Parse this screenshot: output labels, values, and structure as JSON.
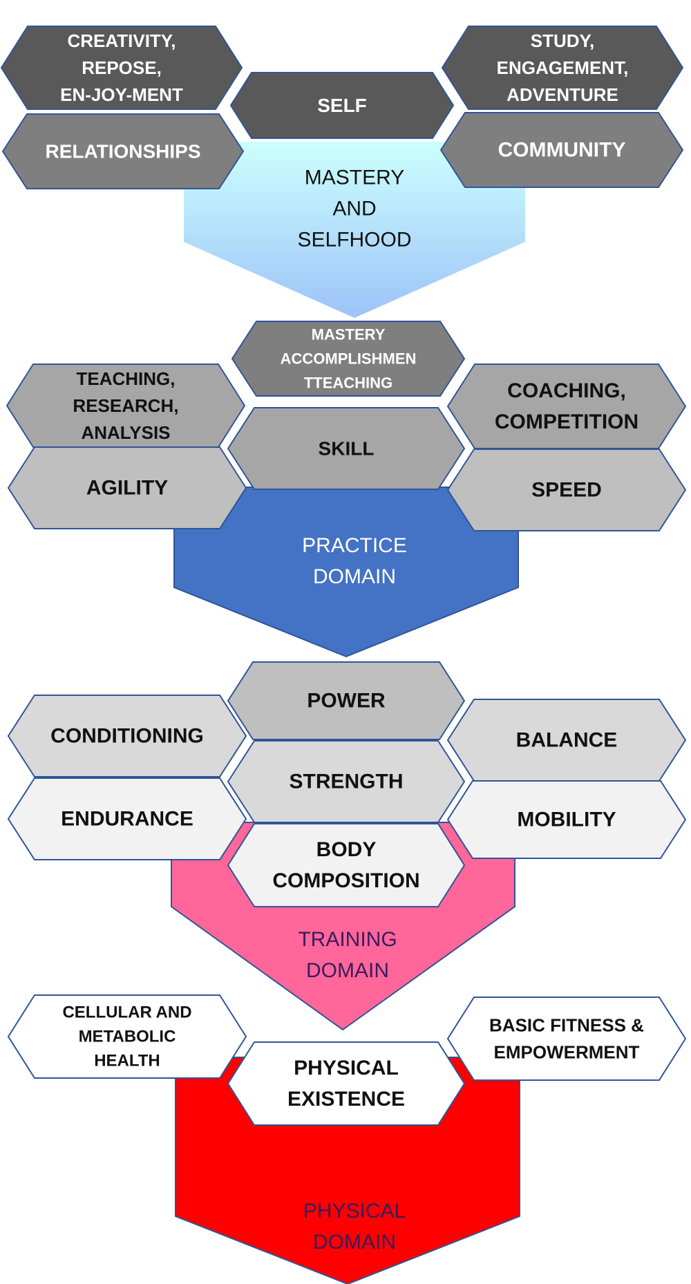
{
  "domains": {
    "mastery": {
      "lines": [
        "MASTERY",
        "AND",
        "SELFHOOD"
      ],
      "text_color": "#111111"
    },
    "practice": {
      "lines": [
        "PRACTICE",
        "DOMAIN"
      ],
      "fill": "#4472C4",
      "text_color": "#ffffff"
    },
    "training": {
      "lines": [
        "TRAINING",
        "DOMAIN"
      ],
      "fill": "#FF6699",
      "text_color": "#3a1b5c"
    },
    "physical": {
      "lines": [
        "PHYSICAL",
        "DOMAIN"
      ],
      "fill": "#FF0000",
      "text_color": "#3a1b5c"
    }
  },
  "hexes": {
    "creativity": {
      "lines": [
        "CREATIVITY,",
        "REPOSE,",
        "EN-JOY-MENT"
      ]
    },
    "self": {
      "lines": [
        "SELF"
      ]
    },
    "study": {
      "lines": [
        "STUDY,",
        "ENGAGEMENT,",
        "ADVENTURE"
      ]
    },
    "relationships": {
      "lines": [
        "RELATIONSHIPS"
      ]
    },
    "community": {
      "lines": [
        "COMMUNITY"
      ]
    },
    "mastery_accomplishment": {
      "lines": [
        "MASTERY",
        "ACCOMPLISHMEN",
        "TTEACHING"
      ]
    },
    "teaching": {
      "lines": [
        "TEACHING,",
        "RESEARCH,",
        "ANALYSIS"
      ]
    },
    "coaching": {
      "lines": [
        "COACHING,",
        "COMPETITION"
      ]
    },
    "skill": {
      "lines": [
        "SKILL"
      ]
    },
    "agility": {
      "lines": [
        "AGILITY"
      ]
    },
    "speed": {
      "lines": [
        "SPEED"
      ]
    },
    "power": {
      "lines": [
        "POWER"
      ]
    },
    "conditioning": {
      "lines": [
        "CONDITIONING"
      ]
    },
    "balance": {
      "lines": [
        "BALANCE"
      ]
    },
    "strength": {
      "lines": [
        "STRENGTH"
      ]
    },
    "endurance": {
      "lines": [
        "ENDURANCE"
      ]
    },
    "mobility": {
      "lines": [
        "MOBILITY"
      ]
    },
    "body_composition": {
      "lines": [
        "BODY",
        "COMPOSITION"
      ]
    },
    "cellular": {
      "lines": [
        "CELLULAR AND",
        "METABOLIC",
        "HEALTH"
      ]
    },
    "basic_fitness": {
      "lines": [
        "BASIC FITNESS &",
        "EMPOWERMENT"
      ]
    },
    "physical_existence": {
      "lines": [
        "PHYSICAL",
        "EXISTENCE"
      ]
    }
  },
  "colors": {
    "hex_stroke": "#2F5597",
    "tier_mastery_dark": "#595959",
    "tier_mastery_mid": "#7F7F7F",
    "tier_practice_dark": "#7F7F7F",
    "tier_practice_mid": "#A6A6A6",
    "tier_practice_light": "#BFBFBF",
    "tier_training_dark": "#BFBFBF",
    "tier_training_mid": "#D9D9D9",
    "tier_training_light": "#F2F2F2",
    "tier_physical": "#FFFFFF",
    "mastery_gradient_top": "#CCFFFF",
    "mastery_gradient_bottom": "#9DC3F7"
  }
}
